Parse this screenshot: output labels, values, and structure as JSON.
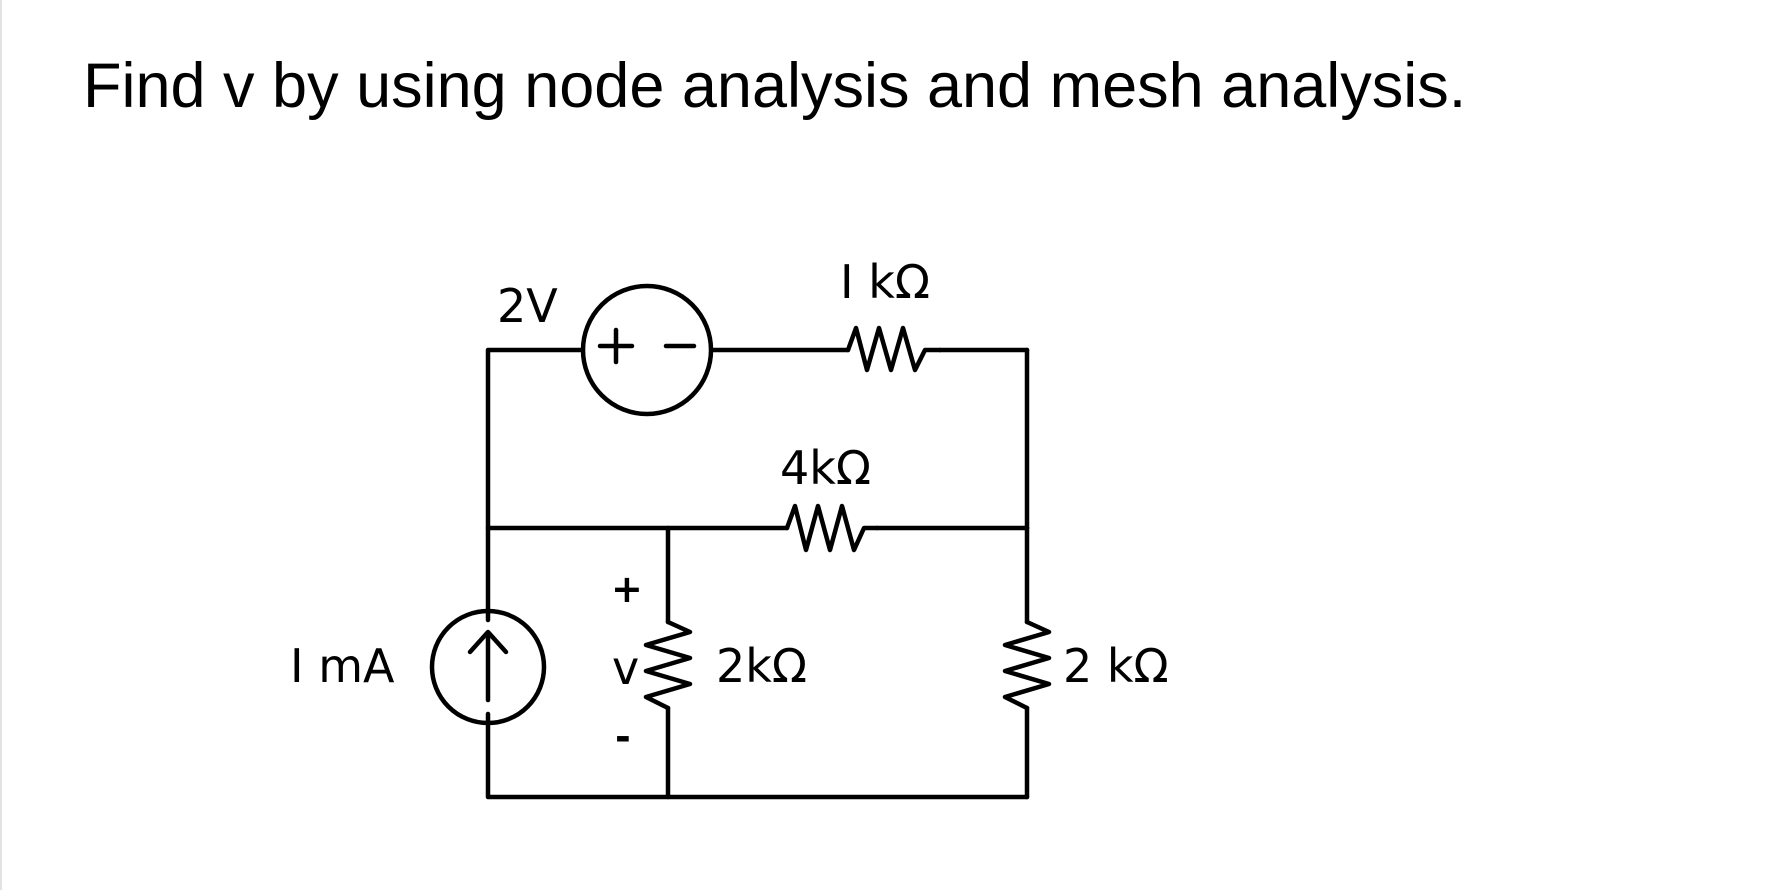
{
  "question": "Find v by using node analysis and mesh analysis.",
  "circuit": {
    "voltage_source": {
      "label": "2V",
      "plus_sign": "+",
      "minus_sign": "-"
    },
    "current_source": {
      "label": "I mA",
      "arrow": "↑"
    },
    "resistor_top": {
      "label": "I kΩ"
    },
    "resistor_middle": {
      "label": "4kΩ"
    },
    "resistor_v": {
      "label": "2kΩ",
      "voltage_name": "v",
      "plus_sign": "+",
      "minus_sign": "-"
    },
    "resistor_right": {
      "label": "2 kΩ"
    }
  }
}
